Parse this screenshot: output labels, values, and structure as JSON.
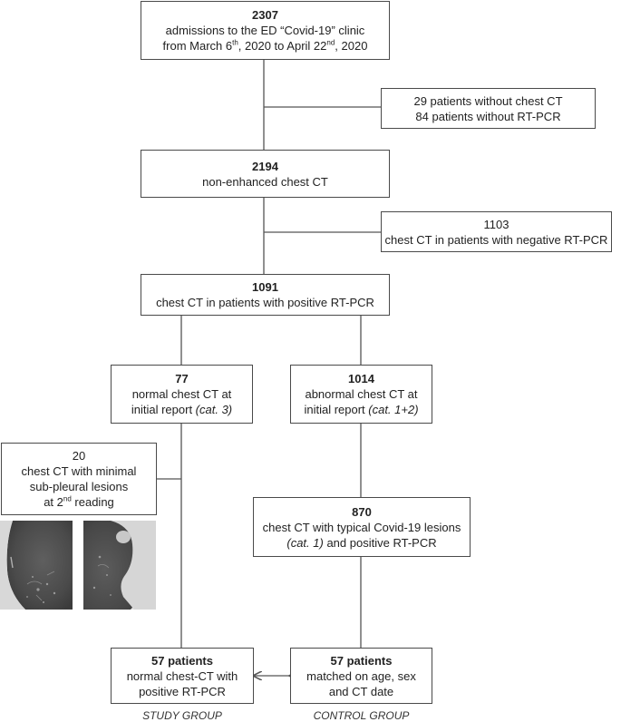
{
  "colors": {
    "border": "#4a4a4a",
    "text": "#222222",
    "line": "#555555"
  },
  "boxes": {
    "admissions": {
      "count": "2307",
      "line1": "admissions to the ED “Covid-19” clinic",
      "line2_pre": "from March 6",
      "line2_sup1": "th",
      "line2_mid": ", 2020  to April 22",
      "line2_sup2": "nd",
      "line2_post": ", 2020"
    },
    "excluded_no_tests": {
      "line1": "29 patients without chest CT",
      "line2": "84 patients without RT-PCR"
    },
    "non_enhanced_ct": {
      "count": "2194",
      "line1": "non-enhanced chest CT"
    },
    "negative_pcr": {
      "count": "1103",
      "line1": "chest CT in patients with negative RT-PCR"
    },
    "positive_pcr": {
      "count": "1091",
      "line1": "chest CT in patients with positive RT-PCR"
    },
    "normal_ct": {
      "count": "77",
      "line1": "normal chest CT at",
      "line2_pre": "initial report ",
      "line2_italic": "(cat. 3)"
    },
    "abnormal_ct": {
      "count": "1014",
      "line1": "abnormal chest CT at",
      "line2_pre": "initial report ",
      "line2_italic": "(cat. 1+2)"
    },
    "minimal_lesions": {
      "count": "20",
      "line1": "chest CT with minimal",
      "line2": "sub-pleural lesions",
      "line3_pre": "at 2",
      "line3_sup": "nd",
      "line3_post": " reading"
    },
    "typical_lesions": {
      "count": "870",
      "line1": "chest CT with typical Covid-19 lesions",
      "line2_italic": "(cat. 1)",
      "line2_post": " and positive RT-PCR"
    },
    "study_patients": {
      "count": "57 patients",
      "line1": "normal chest-CT with",
      "line2": "positive RT-PCR"
    },
    "control_patients": {
      "count": "57 patients",
      "line1": "matched on age, sex",
      "line2": "and CT date"
    }
  },
  "group_labels": {
    "study": "STUDY GROUP",
    "control": "CONTROL GROUP"
  }
}
